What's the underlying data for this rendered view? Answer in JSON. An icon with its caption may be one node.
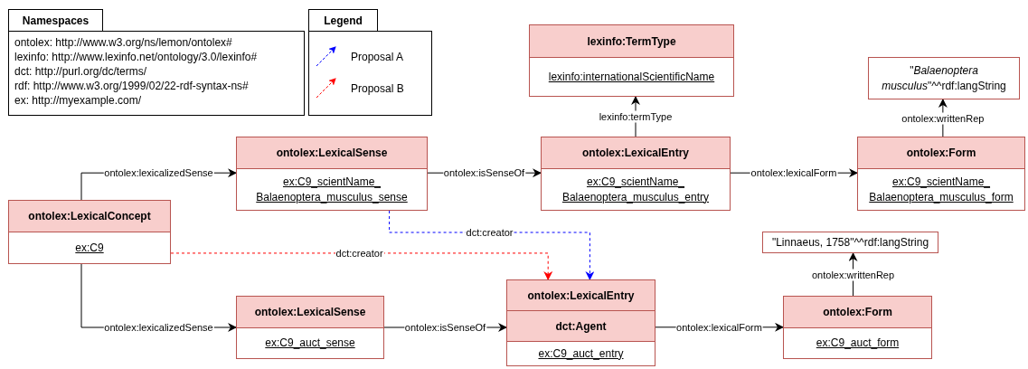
{
  "diagram": {
    "nodes": [
      {
        "text": [
          "Namespaces",
          "ontolex: http://www.w3.org/ns/lemon/ontolex#",
          "lexinfo: http://www.lexinfo.net/ontology/3.0/lexinfo#",
          "dct: http://purl.org/dc/terms/",
          "rdf: http://www.w3.org/1999/02/22-rdf-syntax-ns#",
          "ex: http://myexample.com/"
        ]
      },
      {
        "text": [
          "Legend"
        ]
      },
      {
        "text": [
          "lexinfo:TermType",
          "lexinfo:internationalScientificName"
        ]
      },
      {
        "text": [
          "\"*Balaenoptera musculus*\"^^rdf:langString"
        ]
      },
      {
        "text": [
          "ontolex:LexicalSense",
          "ex:C9_scientName_ Balaenoptera_musculus_sense"
        ]
      },
      {
        "text": [
          "ontolex:LexicalEntry",
          "ex:C9_scientName_ Balaenoptera_musculus_entry"
        ]
      },
      {
        "text": [
          "ontolex:Form",
          "ex:C9_scientName_ Balaenoptera_musculus_form"
        ]
      },
      {
        "text": [
          "ontolex:LexicalConcept",
          "ex:C9"
        ]
      },
      {
        "text": [
          "\"Linnaeus, 1758\"^^rdf:langString"
        ]
      },
      {
        "text": [
          "ontolex:LexicalSense",
          "ex:C9_auct_sense"
        ]
      },
      {
        "text": [
          "ontolex:LexicalEntry",
          "dct:Agent",
          "ex:C9_auct_entry"
        ]
      },
      {
        "text": [
          "ontolex:Form",
          "ex:C9_auct_form"
        ]
      }
    ],
    "edges": [
      {
        "from": 7,
        "to": 4,
        "arrow": "to",
        "label": "ontolex:lexicalizedSense"
      },
      {
        "from": 7,
        "to": 9,
        "arrow": "to",
        "label": "ontolex:lexicalizedSense"
      },
      {
        "from": 4,
        "to": 5,
        "arrow": "to",
        "label": "ontolex:isSenseOf"
      },
      {
        "from": 5,
        "to": 2,
        "arrow": "to",
        "label": "lexinfo:termType"
      },
      {
        "from": 5,
        "to": 6,
        "arrow": "to",
        "label": "ontolex:lexicalForm"
      },
      {
        "from": 6,
        "to": 3,
        "arrow": "to",
        "label": "ontolex:writtenRep"
      },
      {
        "from": 4,
        "to": 10,
        "arrow": "to",
        "label": "dct:creator",
        "style": "dashed",
        "color": "#0000ff"
      },
      {
        "from": 7,
        "to": 10,
        "arrow": "to",
        "label": "dct:creator",
        "style": "dashed",
        "color": "#ff0000"
      },
      {
        "from": 9,
        "to": 10,
        "arrow": "to",
        "label": "ontolex:isSenseOf"
      },
      {
        "from": 10,
        "to": 11,
        "arrow": "to",
        "label": "ontolex:lexicalForm"
      },
      {
        "from": 11,
        "to": 8,
        "arrow": "to",
        "label": "ontolex:writtenRep"
      }
    ],
    "legend": [
      {
        "text": "Proposal A"
      },
      {
        "text": "Proposal B"
      }
    ]
  }
}
